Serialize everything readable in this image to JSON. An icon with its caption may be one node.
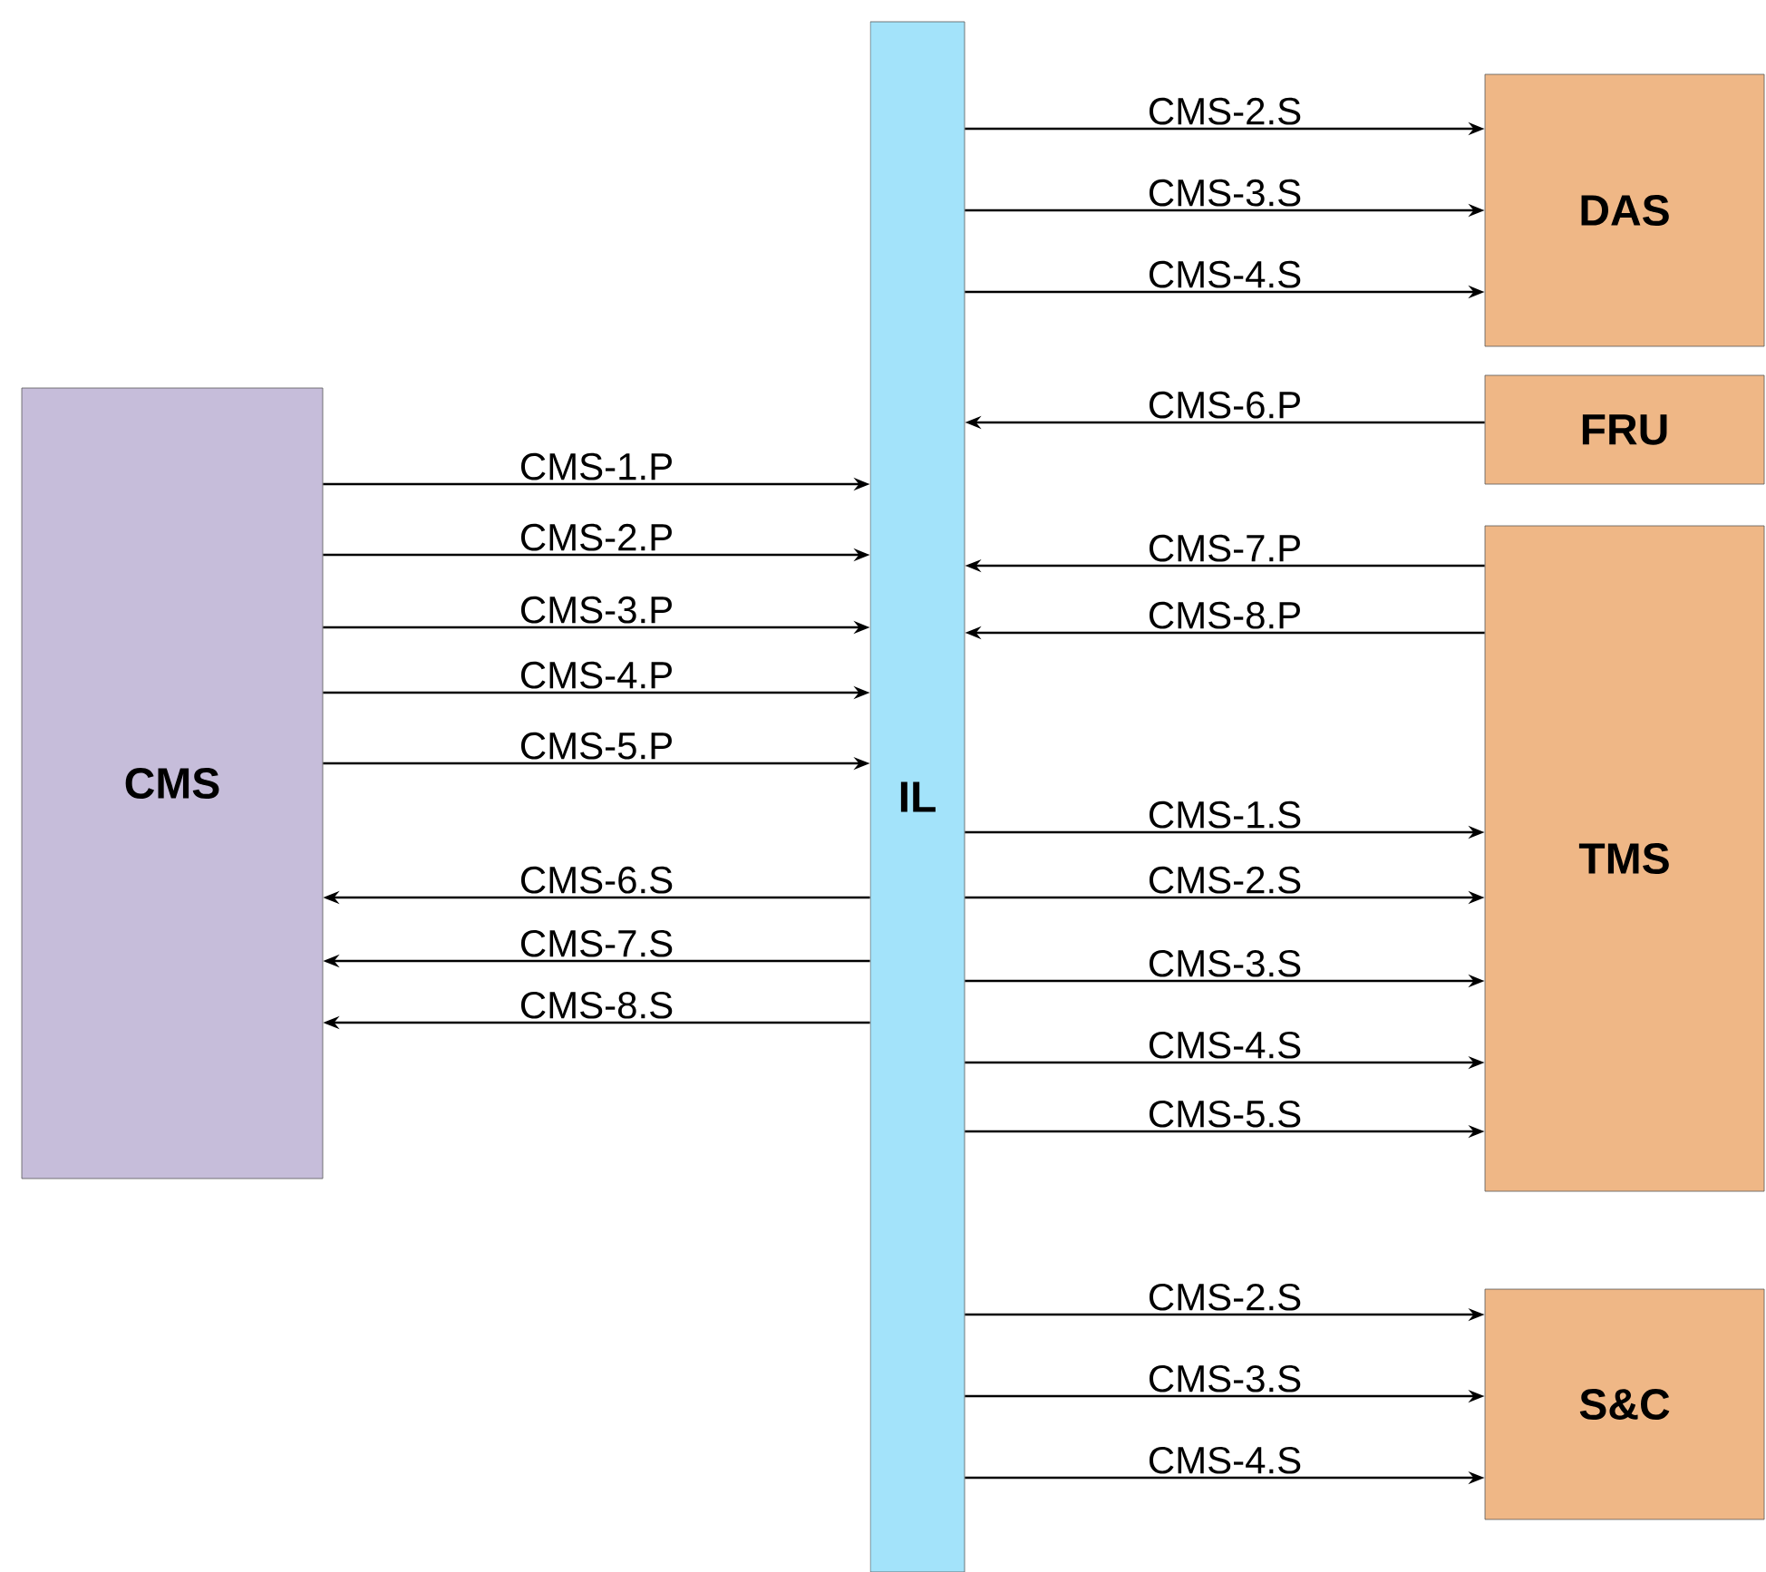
{
  "diagram": {
    "nodes": [
      {
        "text": [
          "CMS"
        ]
      },
      {
        "text": [
          "IL"
        ]
      },
      {
        "text": [
          "DAS"
        ]
      },
      {
        "text": [
          "FRU"
        ]
      },
      {
        "text": [
          "TMS"
        ]
      },
      {
        "text": [
          "S&C"
        ]
      }
    ],
    "edges": [
      {
        "from": 0,
        "to": 1,
        "arrow": "to",
        "label": "CMS-1.P"
      },
      {
        "from": 0,
        "to": 1,
        "arrow": "to",
        "label": "CMS-2.P"
      },
      {
        "from": 0,
        "to": 1,
        "arrow": "to",
        "label": "CMS-3.P"
      },
      {
        "from": 0,
        "to": 1,
        "arrow": "to",
        "label": "CMS-4.P"
      },
      {
        "from": 0,
        "to": 1,
        "arrow": "to",
        "label": "CMS-5.P"
      },
      {
        "from": 1,
        "to": 0,
        "arrow": "to",
        "label": "CMS-6.S"
      },
      {
        "from": 1,
        "to": 0,
        "arrow": "to",
        "label": "CMS-7.S"
      },
      {
        "from": 1,
        "to": 0,
        "arrow": "to",
        "label": "CMS-8.S"
      },
      {
        "from": 1,
        "to": 2,
        "arrow": "to",
        "label": "CMS-2.S"
      },
      {
        "from": 1,
        "to": 2,
        "arrow": "to",
        "label": "CMS-3.S"
      },
      {
        "from": 1,
        "to": 2,
        "arrow": "to",
        "label": "CMS-4.S"
      },
      {
        "from": 3,
        "to": 1,
        "arrow": "to",
        "label": "CMS-6.P"
      },
      {
        "from": 4,
        "to": 1,
        "arrow": "to",
        "label": "CMS-7.P"
      },
      {
        "from": 4,
        "to": 1,
        "arrow": "to",
        "label": "CMS-8.P"
      },
      {
        "from": 1,
        "to": 4,
        "arrow": "to",
        "label": "CMS-1.S"
      },
      {
        "from": 1,
        "to": 4,
        "arrow": "to",
        "label": "CMS-2.S"
      },
      {
        "from": 1,
        "to": 4,
        "arrow": "to",
        "label": "CMS-3.S"
      },
      {
        "from": 1,
        "to": 4,
        "arrow": "to",
        "label": "CMS-4.S"
      },
      {
        "from": 1,
        "to": 4,
        "arrow": "to",
        "label": "CMS-5.S"
      },
      {
        "from": 1,
        "to": 5,
        "arrow": "to",
        "label": "CMS-2.S"
      },
      {
        "from": 1,
        "to": 5,
        "arrow": "to",
        "label": "CMS-3.S"
      },
      {
        "from": 1,
        "to": 5,
        "arrow": "to",
        "label": "CMS-4.S"
      }
    ]
  }
}
